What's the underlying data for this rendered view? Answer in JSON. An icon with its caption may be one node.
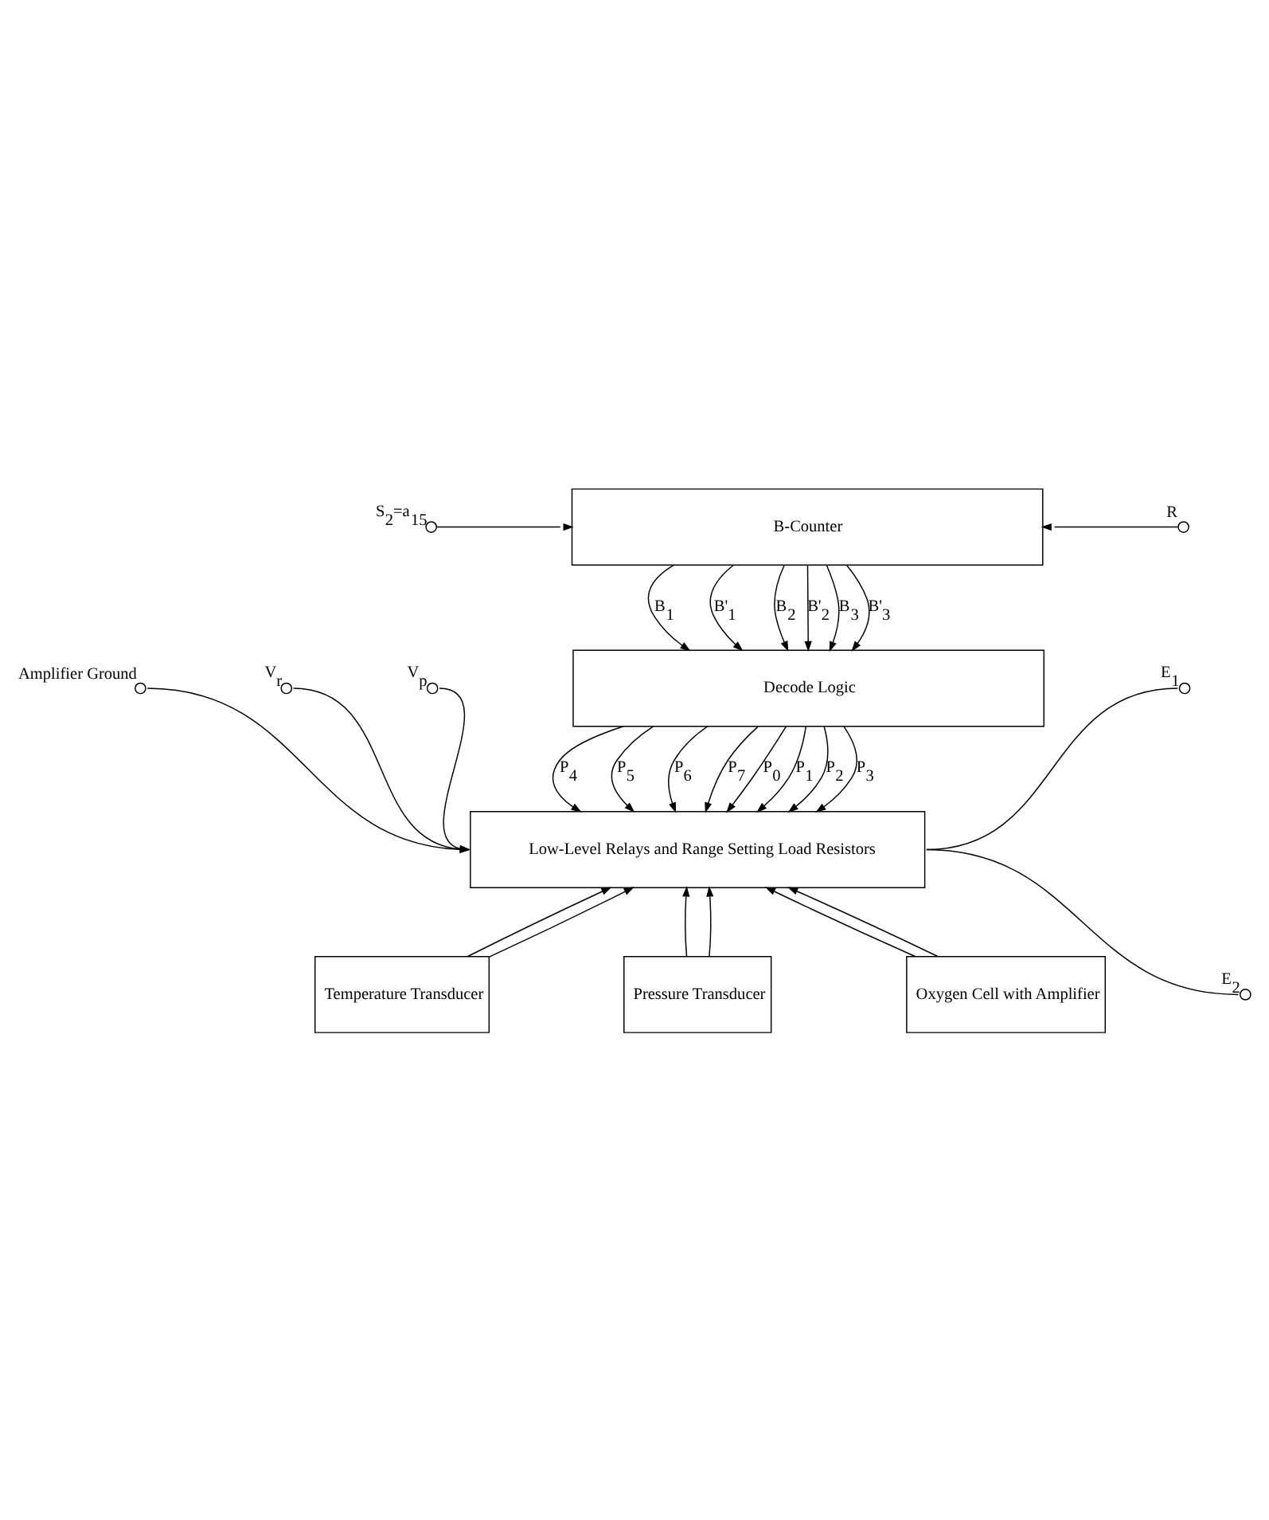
{
  "diagram": {
    "nodes": [
      {
        "text": [
          "B-Counter"
        ]
      },
      {
        "text": [
          "Decode Logic"
        ]
      },
      {
        "text": [
          "Low-Level Relays and Range Setting Load Resistors"
        ]
      },
      {
        "text": [
          "Temperature Transducer"
        ]
      },
      {
        "text": [
          "Pressure Transducer"
        ]
      },
      {
        "text": [
          "Oxygen Cell with Amplifier"
        ]
      },
      {
        "text": [],
        "shape": "circle",
        "beside": [
          "S$_{2}$=a$_{15}$"
        ]
      },
      {
        "text": [],
        "shape": "circle",
        "beside": [
          "R"
        ]
      },
      {
        "text": [],
        "shape": "circle",
        "beside": [
          "Amplifier Ground"
        ]
      },
      {
        "text": [],
        "shape": "circle",
        "beside": [
          "V$_{r}$"
        ]
      },
      {
        "text": [],
        "shape": "circle",
        "beside": [
          "V$_{p}$"
        ]
      },
      {
        "text": [],
        "shape": "circle",
        "beside": [
          "E$_{1}$"
        ]
      },
      {
        "text": [],
        "shape": "circle",
        "beside": [
          "E$_{2}$"
        ]
      }
    ],
    "edges": [
      {
        "from": 6,
        "to": 0,
        "arrow": "to"
      },
      {
        "from": 7,
        "to": 0,
        "arrow": "to"
      },
      {
        "from": 0,
        "to": 1,
        "arrow": "to",
        "label": "B$_{1}$"
      },
      {
        "from": 0,
        "to": 1,
        "arrow": "to",
        "label": "B'$_{1}$"
      },
      {
        "from": 0,
        "to": 1,
        "arrow": "to",
        "label": "B$_{2}$"
      },
      {
        "from": 0,
        "to": 1,
        "arrow": "to",
        "label": "B'$_{2}$"
      },
      {
        "from": 0,
        "to": 1,
        "arrow": "to",
        "label": "B$_{3}$"
      },
      {
        "from": 0,
        "to": 1,
        "arrow": "to",
        "label": "B'$_{3}$"
      },
      {
        "from": 1,
        "to": 2,
        "arrow": "to",
        "label": "P$_{0}$"
      },
      {
        "from": 1,
        "to": 2,
        "arrow": "to",
        "label": "P$_{1}$"
      },
      {
        "from": 1,
        "to": 2,
        "arrow": "to",
        "label": "P$_{2}$"
      },
      {
        "from": 1,
        "to": 2,
        "arrow": "to",
        "label": "P$_{3}$"
      },
      {
        "from": 1,
        "to": 2,
        "arrow": "to",
        "label": "P$_{4}$"
      },
      {
        "from": 1,
        "to": 2,
        "arrow": "to",
        "label": "P$_{5}$"
      },
      {
        "from": 1,
        "to": 2,
        "arrow": "to",
        "label": "P$_{6}$"
      },
      {
        "from": 1,
        "to": 2,
        "arrow": "to",
        "label": "P$_{7}$"
      },
      {
        "from": 8,
        "to": 2,
        "arrow": "to"
      },
      {
        "from": 9,
        "to": 2,
        "arrow": "to"
      },
      {
        "from": 10,
        "to": 2,
        "arrow": "to"
      },
      {
        "from": 2,
        "to": 11,
        "arrow": "none"
      },
      {
        "from": 2,
        "to": 12,
        "arrow": "none"
      },
      {
        "from": 3,
        "to": 2,
        "arrow": "to"
      },
      {
        "from": 3,
        "to": 2,
        "arrow": "to"
      },
      {
        "from": 4,
        "to": 2,
        "arrow": "to"
      },
      {
        "from": 4,
        "to": 2,
        "arrow": "to"
      },
      {
        "from": 5,
        "to": 2,
        "arrow": "to"
      },
      {
        "from": 5,
        "to": 2,
        "arrow": "to"
      }
    ]
  }
}
